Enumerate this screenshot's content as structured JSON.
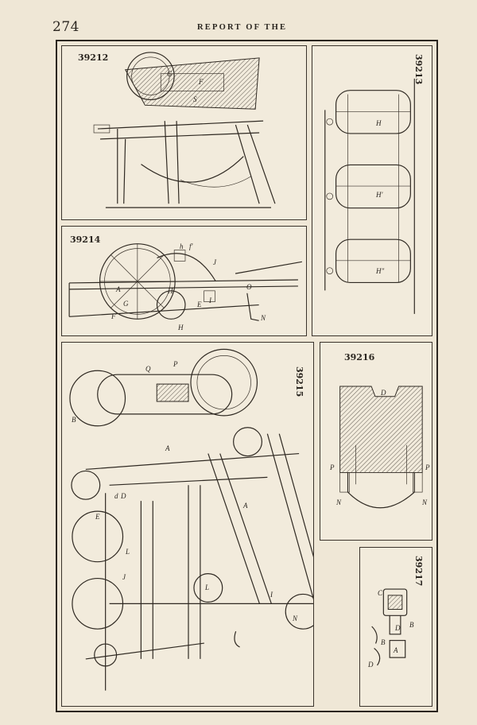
{
  "page": {
    "number": "274",
    "running_title": "REPORT OF THE"
  },
  "figures": [
    {
      "id": "39212",
      "labels": [
        "G",
        "F",
        "S"
      ]
    },
    {
      "id": "39213",
      "labels": [
        "H",
        "H'",
        "H\""
      ]
    },
    {
      "id": "39214",
      "labels": [
        "h",
        "f'",
        "J",
        "A",
        "G",
        "H",
        "E",
        "I",
        "F",
        "H",
        "O",
        "N"
      ]
    },
    {
      "id": "39215",
      "labels": [
        "Q",
        "P",
        "B",
        "A",
        "d",
        "D",
        "E",
        "L",
        "J",
        "A",
        "I",
        "L",
        "N"
      ]
    },
    {
      "id": "39216",
      "labels": [
        "D",
        "P",
        "P",
        "N",
        "N"
      ]
    },
    {
      "id": "39217",
      "labels": [
        "C",
        "B",
        "D",
        "B",
        "D",
        "A"
      ]
    }
  ]
}
